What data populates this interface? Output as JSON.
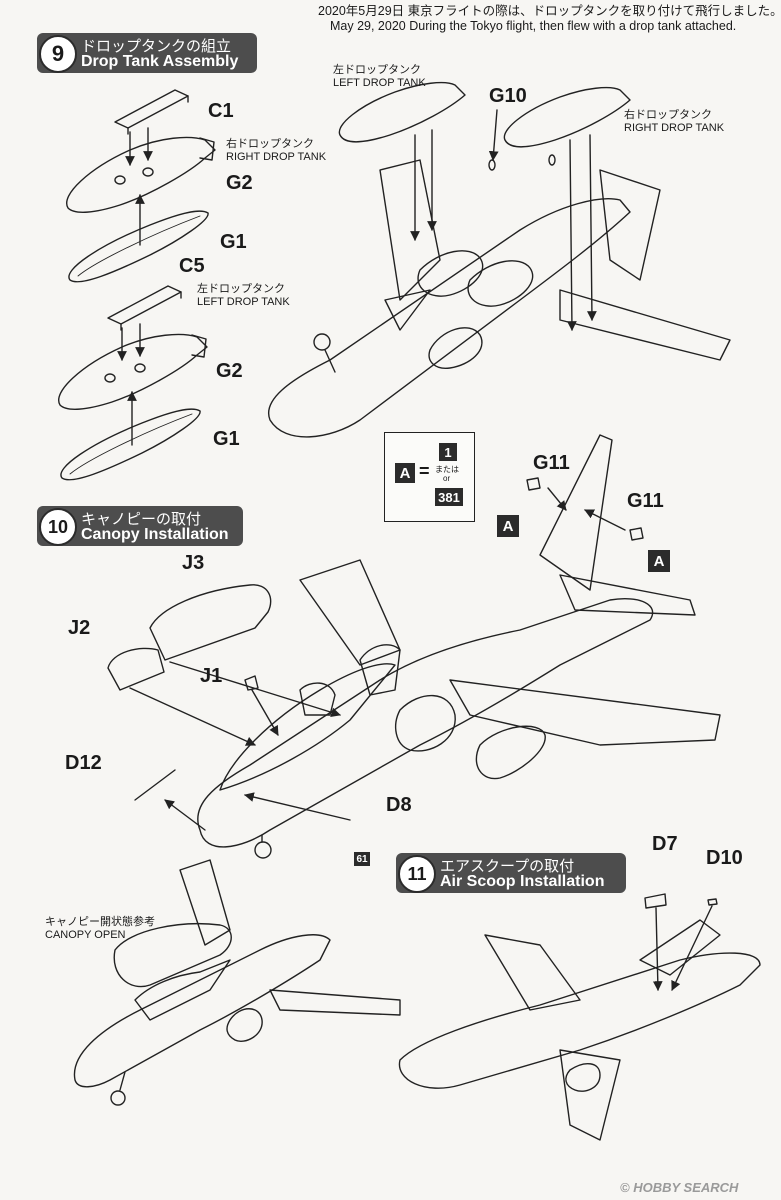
{
  "header_note": {
    "jp": "2020年5月29日 東京フライトの際は、ドロップタンクを取り付けて飛行しました。",
    "en": "May 29, 2020 During the Tokyo flight, then flew with a drop tank attached."
  },
  "step9": {
    "number": "9",
    "title_jp": "ドロップタンクの組立",
    "title_en": "Drop Tank Assembly",
    "parts": {
      "c1": "C1",
      "g2a": "G2",
      "g1a": "G1",
      "c5": "C5",
      "g2b": "G2",
      "g1b": "G1",
      "g10": "G10"
    },
    "right_tank_jp": "右ドロップタンク",
    "right_tank_en": "RIGHT DROP TANK",
    "left_tank_jp": "左ドロップタンク",
    "left_tank_en": "LEFT DROP TANK",
    "left_tank2_jp": "左ドロップタンク",
    "left_tank2_en": "LEFT DROP TANK",
    "right_tank2_jp": "右ドロップタンク",
    "right_tank2_en": "RIGHT DROP TANK"
  },
  "option_box": {
    "letter": "A",
    "equals": "=",
    "opt1": "1",
    "or_jp": "または",
    "or_en": "or",
    "opt2": "381"
  },
  "step10": {
    "number": "10",
    "title_jp": "キャノピーの取付",
    "title_en": "Canopy Installation",
    "parts": {
      "j3": "J3",
      "j2": "J2",
      "j1": "J1",
      "d12": "D12",
      "d8": "D8",
      "g11a": "G11",
      "g11b": "G11"
    },
    "marker_a1": "A",
    "marker_a2": "A",
    "paint_ref": "61",
    "canopy_open_jp": "キャノピー開状態参考",
    "canopy_open_en": "CANOPY OPEN"
  },
  "step11": {
    "number": "11",
    "title_jp": "エアスクープの取付",
    "title_en": "Air Scoop Installation",
    "parts": {
      "d7": "D7",
      "d10": "D10"
    }
  },
  "watermark": "HOBBY SEARCH",
  "copyright": "©"
}
